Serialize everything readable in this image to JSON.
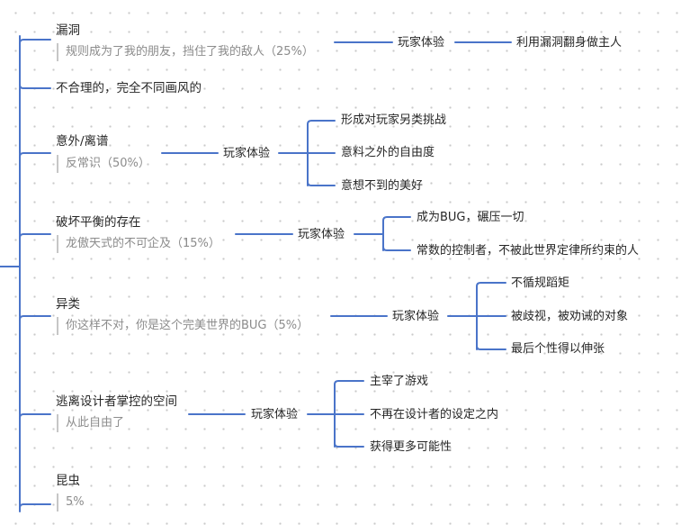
{
  "colors": {
    "connector": "#4a74c9",
    "note_text": "#8c8c8c",
    "background": "#ffffff"
  },
  "mindmap": {
    "player_experience_label": "玩家体验",
    "branches": [
      {
        "title": "漏洞",
        "note": "规则成为了我的朋友，挡住了我的敌人（25%）",
        "leaves": [
          "利用漏洞翻身做主人"
        ]
      },
      {
        "title": "不合理的，完全不同画风的"
      },
      {
        "title": "意外/离谱",
        "note": "反常识（50%）",
        "leaves": [
          "形成对玩家另类挑战",
          "意料之外的自由度",
          "意想不到的美好"
        ]
      },
      {
        "title": "破坏平衡的存在",
        "note": "龙傲天式的不可企及（15%）",
        "leaves": [
          "成为BUG，碾压一切",
          "常数的控制者，不被此世界定律所约束的人"
        ]
      },
      {
        "title": "异类",
        "note": "你这样不对，你是这个完美世界的BUG（5%）",
        "leaves": [
          "不循规蹈矩",
          "被歧视，被劝诫的对象",
          "最后个性得以伸张"
        ]
      },
      {
        "title": "逃离设计者掌控的空间",
        "note": "从此自由了",
        "leaves": [
          "主宰了游戏",
          "不再在设计者的设定之内",
          "获得更多可能性"
        ]
      },
      {
        "title": "昆虫",
        "note": "5%"
      }
    ]
  }
}
